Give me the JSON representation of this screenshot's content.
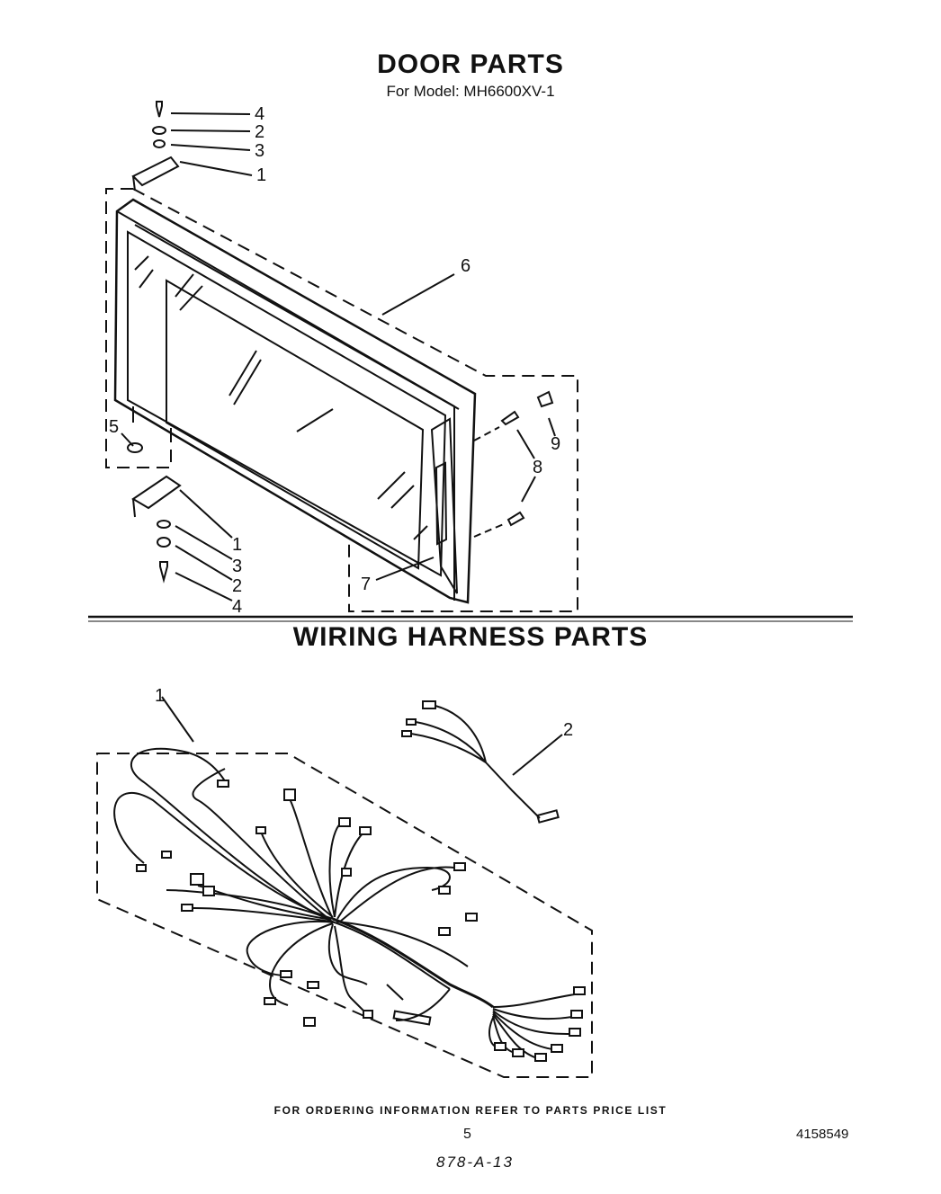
{
  "door_parts": {
    "title": "DOOR PARTS",
    "model_line": "For Model: MH6600XV-1",
    "callouts": {
      "top_hinge": [
        "4",
        "2",
        "3",
        "1"
      ],
      "door": "6",
      "latch_screws": "8",
      "latch_nut": "9",
      "bumper": "5",
      "bottom_hinge": [
        "1",
        "3",
        "2",
        "4"
      ],
      "handle": "7"
    }
  },
  "wiring_harness_parts": {
    "title": "WIRING HARNESS PARTS",
    "callouts": {
      "main_harness": "1",
      "sub_harness": "2"
    }
  },
  "footer": {
    "ordering_info": "FOR ORDERING INFORMATION REFER TO PARTS PRICE LIST",
    "page_number": "5",
    "doc_number": "4158549",
    "handwritten_code": "878-A-13"
  }
}
